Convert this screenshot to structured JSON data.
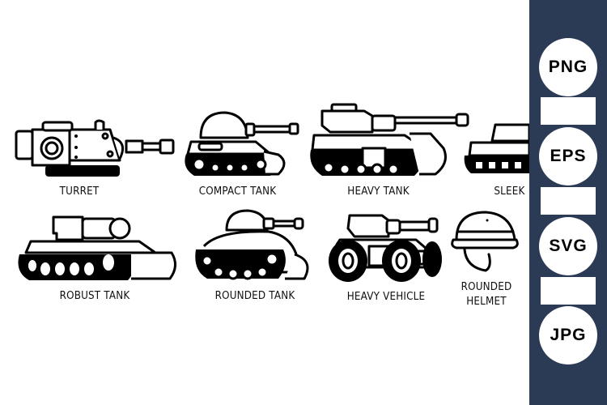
{
  "items": [
    {
      "label": "TURRET",
      "icon": "turret-icon"
    },
    {
      "label": "COMPACT TANK",
      "icon": "compact-tank-icon"
    },
    {
      "label": "HEAVY TANK",
      "icon": "heavy-tank-icon"
    },
    {
      "label": "SLEEK",
      "icon": "sleek-tank-icon"
    },
    {
      "label": "ROBUST TANK",
      "icon": "robust-tank-icon"
    },
    {
      "label": "ROUNDED TANK",
      "icon": "rounded-tank-icon"
    },
    {
      "label": "HEAVY VEHICLE",
      "icon": "heavy-vehicle-icon"
    },
    {
      "label_line1": "ROUNDED",
      "label_line2": "HELMET",
      "icon": "rounded-helmet-icon"
    }
  ],
  "formats": [
    "PNG",
    "EPS",
    "SVG",
    "JPG"
  ],
  "colors": {
    "sidebar": "#2b3a55",
    "background": "#ffffff",
    "ink": "#000000"
  }
}
